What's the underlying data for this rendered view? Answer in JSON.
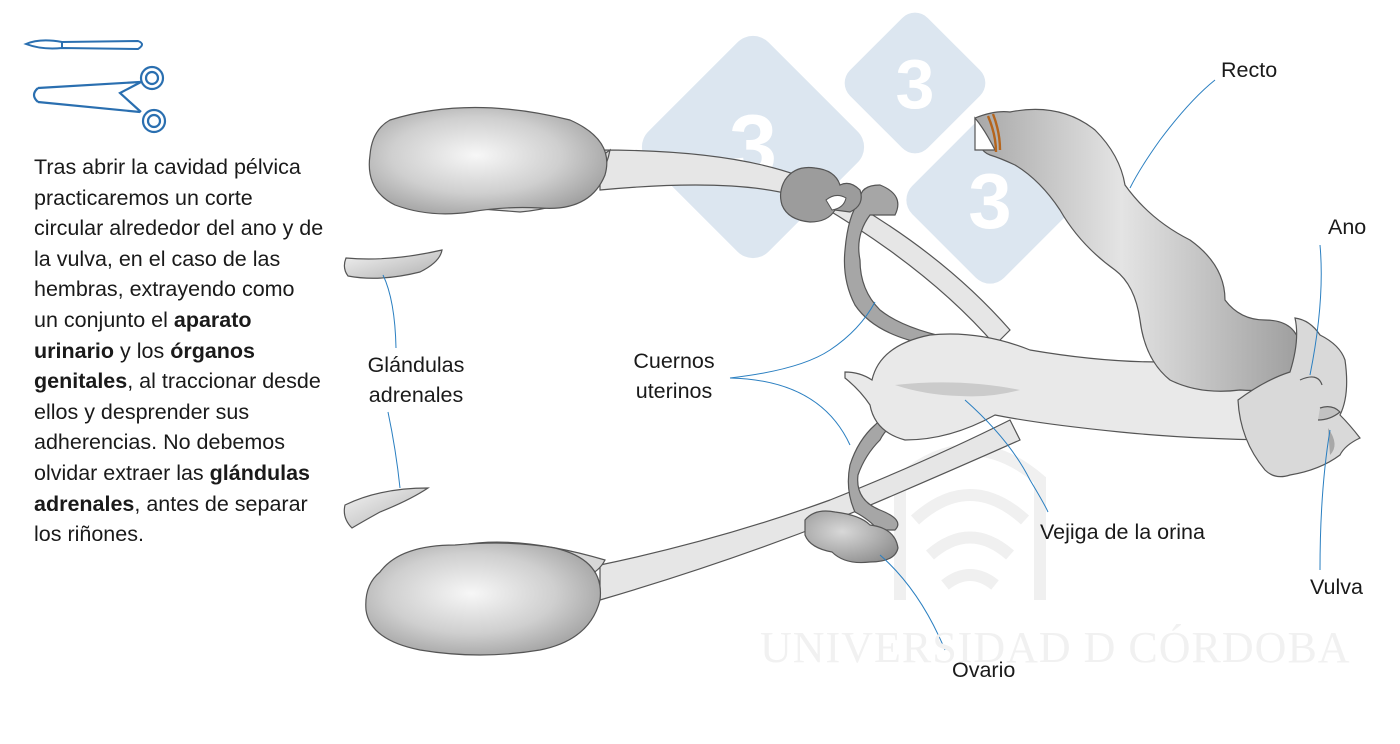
{
  "description": {
    "p1": "Tras abrir la cavidad pélvica practicaremos un corte circular alrededor del ano y de la vulva, en el caso de las hembras, extrayendo como un conjunto el ",
    "b1": "aparato urinario",
    "p2": " y los ",
    "b2": "órganos genitales",
    "p3": ", al traccionar desde ellos y desprender sus adherencias. No debemos olvidar extraer las ",
    "b3": "glándulas adrenales",
    "p4": ", antes de separar los riñones."
  },
  "labels": {
    "recto": "Recto",
    "ano": "Ano",
    "glandulas_1": "Glándulas",
    "glandulas_2": "adrenales",
    "cuernos_1": "Cuernos",
    "cuernos_2": "uterinos",
    "vejiga": "Vejiga de la orina",
    "vulva": "Vulva",
    "ovario": "Ovario"
  },
  "watermark": {
    "text": "UNIVERSIDAD D CÓRDOBA",
    "digit": "3"
  },
  "icons": [
    "scalpel-icon",
    "scissors-icon"
  ],
  "colors": {
    "icon_stroke": "#2a6fb0",
    "leader_line": "#2a7fc1",
    "organ_light": "#ececec",
    "organ_mid": "#cfcfcf",
    "organ_dark": "#9a9a9a",
    "uterine_horn": "#a6a6a6",
    "watermark_blue": "#dce6f0"
  }
}
